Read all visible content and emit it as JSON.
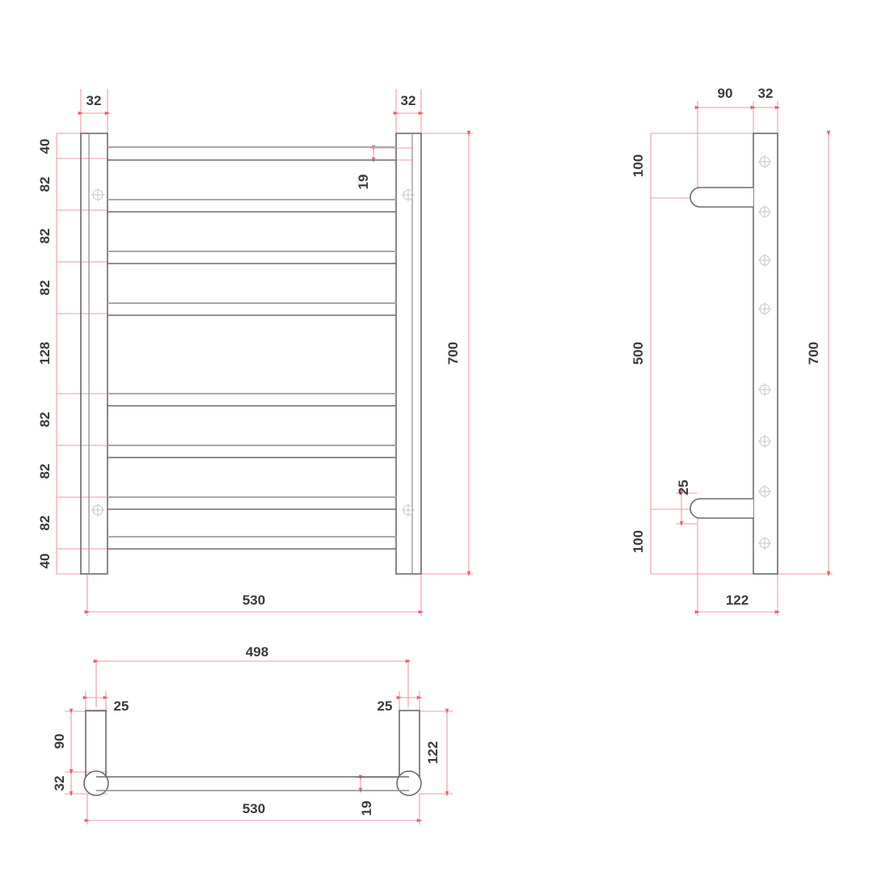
{
  "drawing": {
    "title": "Heated Towel Rail - Technical Dimension Drawing",
    "units": "mm",
    "colors": {
      "dimension_line": "#f09aa0",
      "dimension_tick": "#e8616d",
      "object_line": "#6b6b6b",
      "object_line_light": "#a8a8a8",
      "text": "#3a3a3a",
      "background": "#ffffff"
    }
  },
  "views": {
    "front": {
      "name": "front-elevation",
      "overall_height": "700",
      "overall_width": "530",
      "post_width": "32",
      "post_width_right": "32",
      "rail_thickness": "19",
      "vertical_chain": [
        "40",
        "82",
        "82",
        "82",
        "128",
        "82",
        "82",
        "82",
        "40"
      ],
      "rail_count": 8
    },
    "side": {
      "name": "side-elevation",
      "overall_height": "700",
      "bracket_length": "90",
      "post_depth": "32",
      "top_offset": "100",
      "middle_span": "500",
      "bottom_offset": "100",
      "bracket_thickness": "25",
      "total_depth": "122",
      "hole_count": 8
    },
    "plan": {
      "name": "plan-view",
      "inner_width": "498",
      "overall_width": "530",
      "bracket_left": "25",
      "bracket_right": "25",
      "bracket_depth": "90",
      "rail_diameter": "32",
      "total_depth": "122",
      "rail_thickness": "19"
    }
  },
  "labels": {
    "front_top_left_post": "32",
    "front_top_right_post": "32",
    "front_rail_thk": "19",
    "front_height": "700",
    "front_width": "530",
    "front_v1": "40",
    "front_v2": "82",
    "front_v3": "82",
    "front_v4": "82",
    "front_v5": "128",
    "front_v6": "82",
    "front_v7": "82",
    "front_v8": "82",
    "front_v9": "40",
    "side_bracket": "90",
    "side_post": "32",
    "side_top": "100",
    "side_mid": "500",
    "side_bot": "100",
    "side_thk": "25",
    "side_height": "700",
    "side_depth": "122",
    "plan_inner": "498",
    "plan_left_25": "25",
    "plan_right_25": "25",
    "plan_90": "90",
    "plan_32": "32",
    "plan_122": "122",
    "plan_19": "19",
    "plan_530": "530"
  }
}
